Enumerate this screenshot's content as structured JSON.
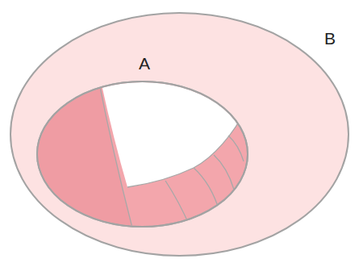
{
  "diagram": {
    "nodes": [
      {
        "text": [
          "B"
        ]
      },
      {
        "text": [
          "A"
        ],
        "in": 0
      }
    ]
  }
}
